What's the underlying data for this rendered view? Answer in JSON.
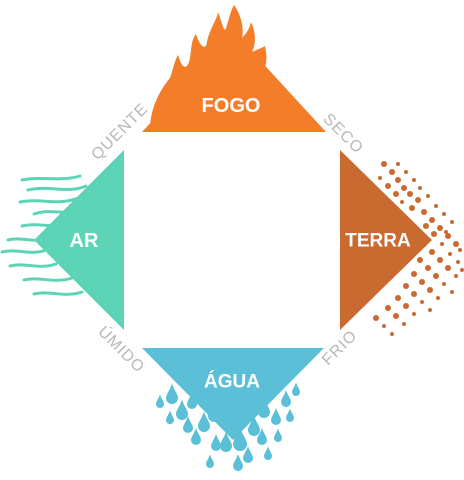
{
  "colors": {
    "fire": "#f47d2a",
    "air": "#5cd4b5",
    "earth": "#c96a30",
    "water": "#5bbfd8",
    "qualities": "#b8b8b8"
  },
  "elements": {
    "fire": "FOGO",
    "air": "AR",
    "earth": "TERRA",
    "water": "ÁGUA"
  },
  "qualities": {
    "hot": "QUENTE",
    "dry": "SECO",
    "wet": "ÚMIDO",
    "cold": "FRIO"
  },
  "icons": {
    "fire": "flame-icon",
    "air": "wind-lines-icon",
    "earth": "dust-particles-icon",
    "water": "water-drops-icon"
  }
}
